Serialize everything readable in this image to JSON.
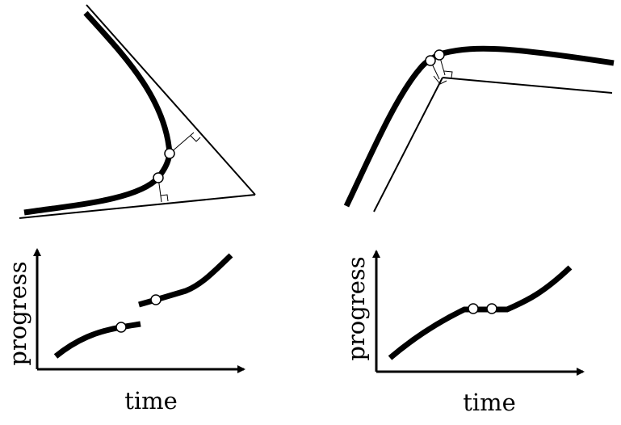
{
  "panels": [
    {
      "id": "left",
      "description_labels": {
        "xlabel": "time",
        "ylabel": "progress"
      }
    },
    {
      "id": "right",
      "description_labels": {
        "xlabel": "time",
        "ylabel": "progress"
      }
    }
  ]
}
